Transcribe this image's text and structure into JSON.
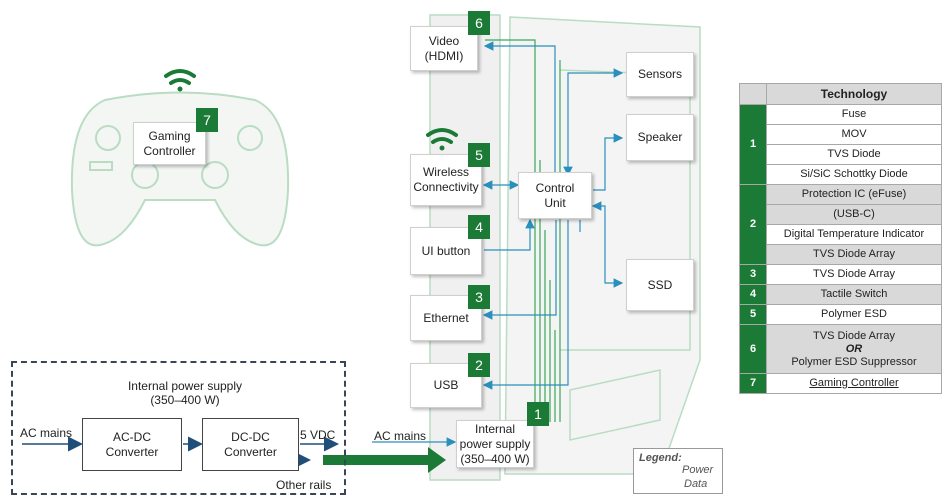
{
  "colors": {
    "brand_green": "#1b7a36",
    "data_blue": "#2a8fbd",
    "power_green": "#3aa85a",
    "device_outline": "#b9dcc3"
  },
  "controller": {
    "label": "Gaming\nController",
    "badge": "7",
    "icon": "wifi-icon"
  },
  "blocks": {
    "video": {
      "label": "Video\n(HDMI)",
      "badge": "6"
    },
    "wireless": {
      "label": "Wireless\nConnectivity",
      "badge": "5",
      "icon": "wifi-icon"
    },
    "ui_button": {
      "label": "UI button",
      "badge": "4"
    },
    "ethernet": {
      "label": "Ethernet",
      "badge": "3"
    },
    "usb": {
      "label": "USB",
      "badge": "2"
    },
    "psu": {
      "label": "Internal\npower supply\n(350–400 W)",
      "badge": "1"
    },
    "control": {
      "label": "Control\nUnit"
    },
    "sensors": {
      "label": "Sensors"
    },
    "speaker": {
      "label": "Speaker"
    },
    "ssd": {
      "label": "SSD"
    }
  },
  "power_supply_detail": {
    "title": "Internal power supply\n(350–400 W)",
    "ac_mains": "AC mains",
    "acdc": "AC-DC\nConverter",
    "dcdc": "DC-DC\nConverter",
    "vdc": "5 VDC",
    "other_rails": "Other rails"
  },
  "ac_mains_label": "AC mains",
  "legend": {
    "title": "Legend:",
    "power": "Power",
    "data": "Data"
  },
  "table": {
    "header": "Technology",
    "groups": [
      {
        "num": "1",
        "items": [
          "Fuse",
          "MOV",
          "TVS Diode",
          "Si/SiC Schottky Diode"
        ]
      },
      {
        "num": "2",
        "items": [
          "Protection IC (eFuse)",
          "(USB-C)",
          "Digital Temperature Indicator",
          "TVS Diode Array"
        ]
      },
      {
        "num": "3",
        "items": [
          "TVS Diode Array"
        ]
      },
      {
        "num": "4",
        "items": [
          "Tactile Switch"
        ]
      },
      {
        "num": "5",
        "items": [
          "Polymer ESD"
        ]
      },
      {
        "num": "6",
        "items": [
          "TVS Diode Array",
          "OR",
          "Polymer ESD Suppressor"
        ]
      },
      {
        "num": "7",
        "items": [
          "Gaming Controller"
        ]
      }
    ]
  }
}
